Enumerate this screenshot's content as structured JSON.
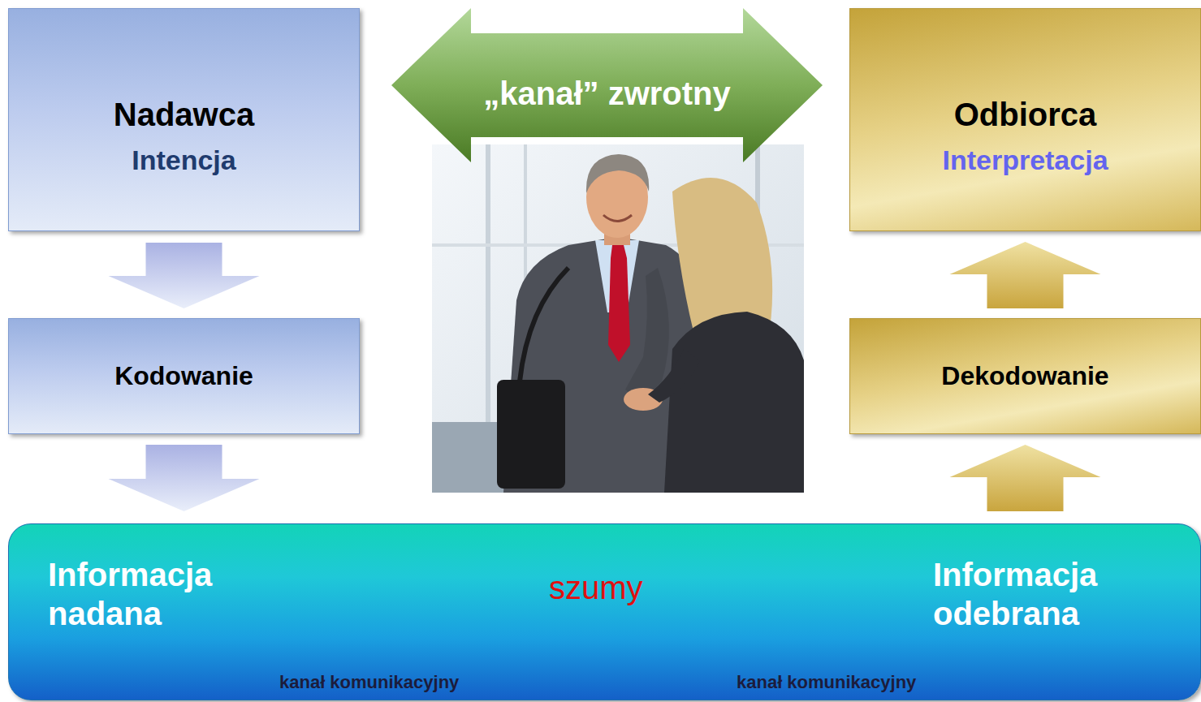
{
  "diagram": {
    "nodes": [
      {
        "text": [
          "Nadawca",
          "Intencja"
        ]
      },
      {
        "text": [
          "Odbiorca",
          "Interpretacja"
        ]
      },
      {
        "text": [
          "Kodowanie"
        ]
      },
      {
        "text": [
          "Dekodowanie"
        ]
      },
      {
        "text": [
          "Informacja nadana",
          "szumy",
          "Informacja odebrana",
          "kanał komunikacyjny",
          "kanał komunikacyjny"
        ]
      }
    ],
    "edges": [
      {
        "from": 0,
        "to": 1,
        "label": "„kanał” zwrotny",
        "arrow": "both"
      },
      {
        "from": 0,
        "to": 2,
        "arrow": "to"
      },
      {
        "from": 2,
        "to": 4,
        "arrow": "to"
      },
      {
        "from": 4,
        "to": 3,
        "arrow": "to"
      },
      {
        "from": 3,
        "to": 1,
        "arrow": "to"
      }
    ]
  }
}
